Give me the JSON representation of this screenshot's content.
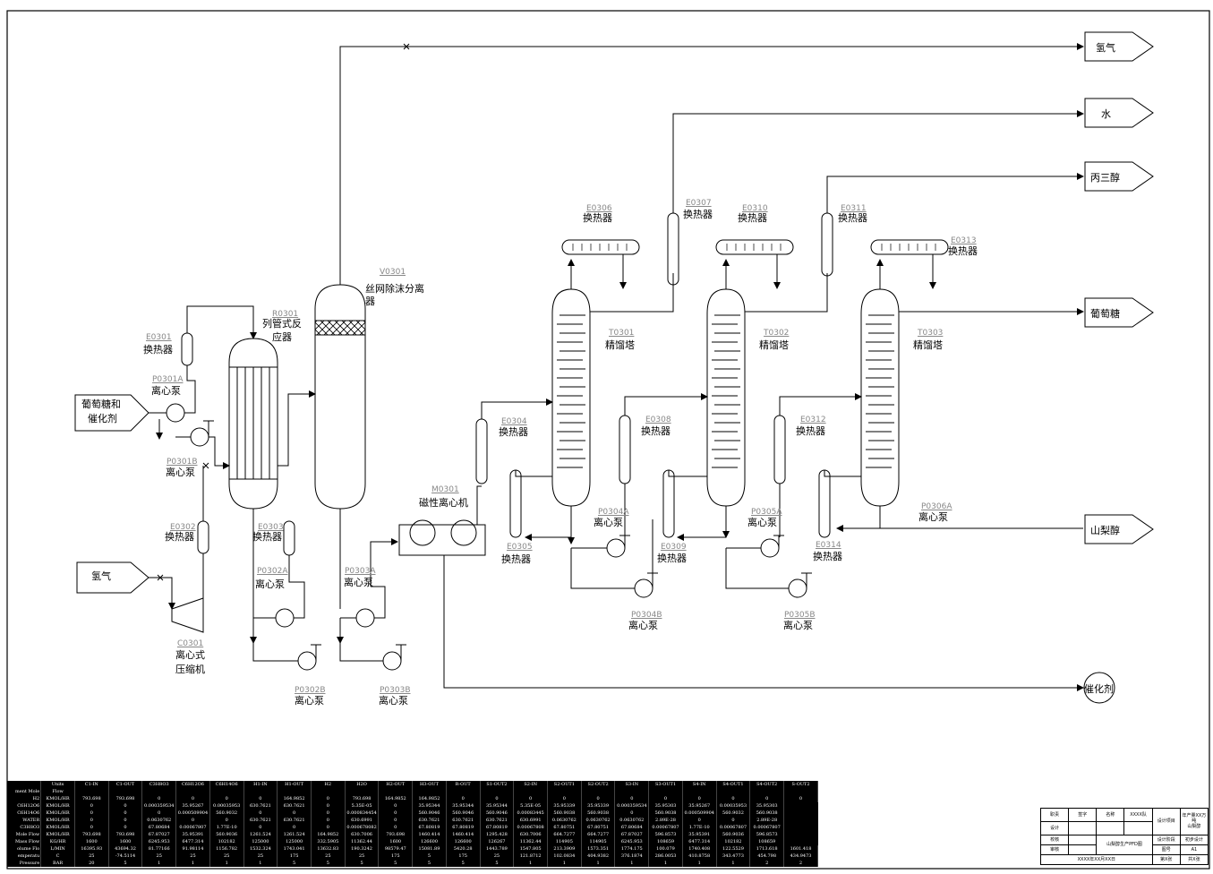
{
  "equipment": {
    "V0301": {
      "tag": "V0301",
      "name": "丝网除沫分离器"
    },
    "R0301": {
      "tag": "R0301",
      "name_l1": "列管式反",
      "name_l2": "应器"
    },
    "E0301": {
      "tag": "E0301",
      "name": "换热器"
    },
    "E0302": {
      "tag": "E0302",
      "name": "换热器"
    },
    "E0303": {
      "tag": "E0303",
      "name": "换热器"
    },
    "E0304": {
      "tag": "E0304",
      "name": "换热器"
    },
    "E0305": {
      "tag": "E0305",
      "name": "换热器"
    },
    "E0306": {
      "tag": "E0306",
      "name": "换热器"
    },
    "E0307": {
      "tag": "E0307",
      "name": "换热器"
    },
    "E0308": {
      "tag": "E0308",
      "name": "换热器"
    },
    "E0309": {
      "tag": "E0309",
      "name": "换热器"
    },
    "E0310": {
      "tag": "E0310",
      "name": "换热器"
    },
    "E0311": {
      "tag": "E0311",
      "name": "换热器"
    },
    "E0312": {
      "tag": "E0312",
      "name": "换热器"
    },
    "E0313": {
      "tag": "E0313",
      "name": "换热器"
    },
    "E0314": {
      "tag": "E0314",
      "name": "换热器"
    },
    "P0301A": {
      "tag": "P0301A",
      "name": "离心泵"
    },
    "P0301B": {
      "tag": "P0301B",
      "name": "离心泵"
    },
    "P0302A": {
      "tag": "P0302A",
      "name": "离心泵"
    },
    "P0302B": {
      "tag": "P0302B",
      "name": "离心泵"
    },
    "P0303A": {
      "tag": "P0303A",
      "name": "离心泵"
    },
    "P0303B": {
      "tag": "P0303B",
      "name": "离心泵"
    },
    "P0304A": {
      "tag": "P0304A",
      "name": "离心泵"
    },
    "P0304B": {
      "tag": "P0304B",
      "name": "离心泵"
    },
    "P0305A": {
      "tag": "P0305A",
      "name": "离心泵"
    },
    "P0305B": {
      "tag": "P0305B",
      "name": "离心泵"
    },
    "P0306A": {
      "tag": "P0306A",
      "name": "离心泵"
    },
    "M0301": {
      "tag": "M0301",
      "name": "磁性离心机"
    },
    "C0301": {
      "tag": "C0301",
      "name_l1": "离心式",
      "name_l2": "压缩机"
    },
    "T0301": {
      "tag": "T0301",
      "name": "精馏塔"
    },
    "T0302": {
      "tag": "T0302",
      "name": "精馏塔"
    },
    "T0303": {
      "tag": "T0303",
      "name": "精馏塔"
    }
  },
  "streams_out": {
    "hydrogen_out": "氢气",
    "water": "水",
    "glycerol": "丙三醇",
    "glucose": "葡萄糖",
    "sorbitol": "山梨醇",
    "catalyst": "催化剂"
  },
  "streams_in": {
    "feed_l1": "葡萄糖和",
    "feed_l2": "催化剂",
    "hydrogen_in": "氢气"
  },
  "stream_table": {
    "header": [
      "Units",
      "C1-IN",
      "C1-OUT",
      "C3H8O3",
      "C6H12O6",
      "C6H14O6",
      "H1-IN",
      "H1-OUT",
      "H2",
      "H2O",
      "H2-OUT",
      "H3-OUT",
      "R-OUT",
      "S1-OUT2",
      "S2-IN",
      "S2-OUT1",
      "S2-OUT2",
      "S3-IN",
      "S3-OUT1",
      "S4-IN",
      "S4-OUT1",
      "S4-OUT2",
      "S-OUT2"
    ],
    "rows": [
      [
        "ment Mole",
        "Flow",
        "",
        "",
        "",
        "",
        "",
        "",
        "",
        "",
        "",
        "",
        "",
        "",
        "",
        "",
        "",
        "",
        "",
        "",
        "",
        "",
        "",
        ""
      ],
      [
        "H2",
        "KMOL/HR",
        "793.698",
        "793.698",
        "0",
        "0",
        "0",
        "0",
        "164.9852",
        "0",
        "793.698",
        "164.9852",
        "164.9852",
        "0",
        "0",
        "0",
        "0",
        "0",
        "0",
        "0",
        "0",
        "0",
        "0",
        "0"
      ],
      [
        "C6H12O6",
        "KMOL/HR",
        "0",
        "0",
        "0.000359534",
        "35.95267",
        "0.00035953",
        "630.7621",
        "630.7621",
        "0",
        "5.35E-05",
        "0",
        "35.95344",
        "35.95344",
        "35.95344",
        "5.35E-05",
        "35.95339",
        "35.95339",
        "0.000359534",
        "35.95303",
        "35.95267",
        "0.00035953",
        "35.95303"
      ],
      [
        "C6H14O6",
        "KMOL/HR",
        "0",
        "0",
        "0",
        "0.000509904",
        "560.9032",
        "0",
        "0",
        "0",
        "0.000834454",
        "0",
        "560.9046",
        "560.9046",
        "560.9046",
        "0.00083445",
        "560.9038",
        "560.9038",
        "0",
        "560.9038",
        "0.000509904",
        "560.9032",
        "560.9038"
      ],
      [
        "WATER",
        "KMOL/HR",
        "0",
        "0",
        "0.0630762",
        "0",
        "0",
        "630.7621",
        "630.7621",
        "0",
        "630.6991",
        "0",
        "630.7621",
        "630.7621",
        "630.7621",
        "630.6991",
        "0.0630762",
        "0.0630762",
        "0.0630762",
        "2.89E-28",
        "0",
        "0",
        "2.89E-28"
      ],
      [
        "C3H8O3",
        "KMOL/HR",
        "0",
        "0",
        "67.80684",
        "0.00067807",
        "1.77E-10",
        "0",
        "0",
        "0",
        "0.000678082",
        "0",
        "67.80819",
        "67.80819",
        "67.80819",
        "0.00067808",
        "67.80751",
        "67.80751",
        "67.80684",
        "0.00067807",
        "1.77E-10",
        "0.00067807",
        "0.00067807"
      ],
      [
        "Mole Flow",
        "KMOL/HR",
        "793.698",
        "793.698",
        "67.87027",
        "35.95391",
        "560.9036",
        "1261.524",
        "1261.524",
        "164.9852",
        "630.7006",
        "793.698",
        "1460.414",
        "1460.414",
        "1295.428",
        "630.7006",
        "664.7277",
        "664.7277",
        "67.87027",
        "596.8573",
        "35.95391",
        "560.9036",
        "596.8573"
      ],
      [
        "Mass Flow",
        "KG/HR",
        "1600",
        "1600",
        "6245.953",
        "6477.314",
        "102182",
        "125000",
        "125000",
        "332.5905",
        "11362.44",
        "1600",
        "126600",
        "126600",
        "126267",
        "11362.44",
        "114905",
        "114905",
        "6245.953",
        "108659",
        "6477.314",
        "102182",
        "108659"
      ],
      [
        "olume Flo",
        "L/MIN",
        "16395.93",
        "43694.32",
        "81.77166",
        "91.98114",
        "1156.782",
        "1532.324",
        "1743.041",
        "13632.83",
        "190.3242",
        "98579.47",
        "15081.89",
        "5420.28",
        "1443.789",
        "1547.805",
        "213.3909",
        "1573.351",
        "1774.175",
        "100.079",
        "1740.408",
        "122.5529",
        "1713.618",
        "1601.418"
      ],
      [
        "emperatu",
        "C",
        "25",
        "-74.5114",
        "25",
        "25",
        "25",
        "25",
        "175",
        "25",
        "25",
        "175",
        "5",
        "175",
        "25",
        "121.8712",
        "102.0834",
        "404.9382",
        "376.1874",
        "286.0053",
        "410.8758",
        "343.4773",
        "454.798",
        "434.9473"
      ],
      [
        "Pressure",
        "BAR",
        "20",
        "5",
        "1",
        "1",
        "1",
        "1",
        "5",
        "5",
        "5",
        "5",
        "5",
        "5",
        "5",
        "1",
        "1",
        "1",
        "1",
        "1",
        "1",
        "1",
        "2",
        "2"
      ]
    ]
  },
  "title_block": {
    "r1": [
      "职责",
      "签字",
      "名称",
      "XXXX队"
    ],
    "design_item": "设计项目",
    "capacity_l1": "年产量XX万吨",
    "capacity_l2": "山梨醇",
    "designer": "设计",
    "proofread": "校核",
    "review": "审核",
    "drawing_name": "山梨醇生产PFD图",
    "design_stage": "设计阶段",
    "stage_value": "初步设计",
    "drawing_no": "图号",
    "drawing_no_value": "A1",
    "date": "XXXX年XX月XX日",
    "sheet": "第X张",
    "total": "共X张"
  }
}
